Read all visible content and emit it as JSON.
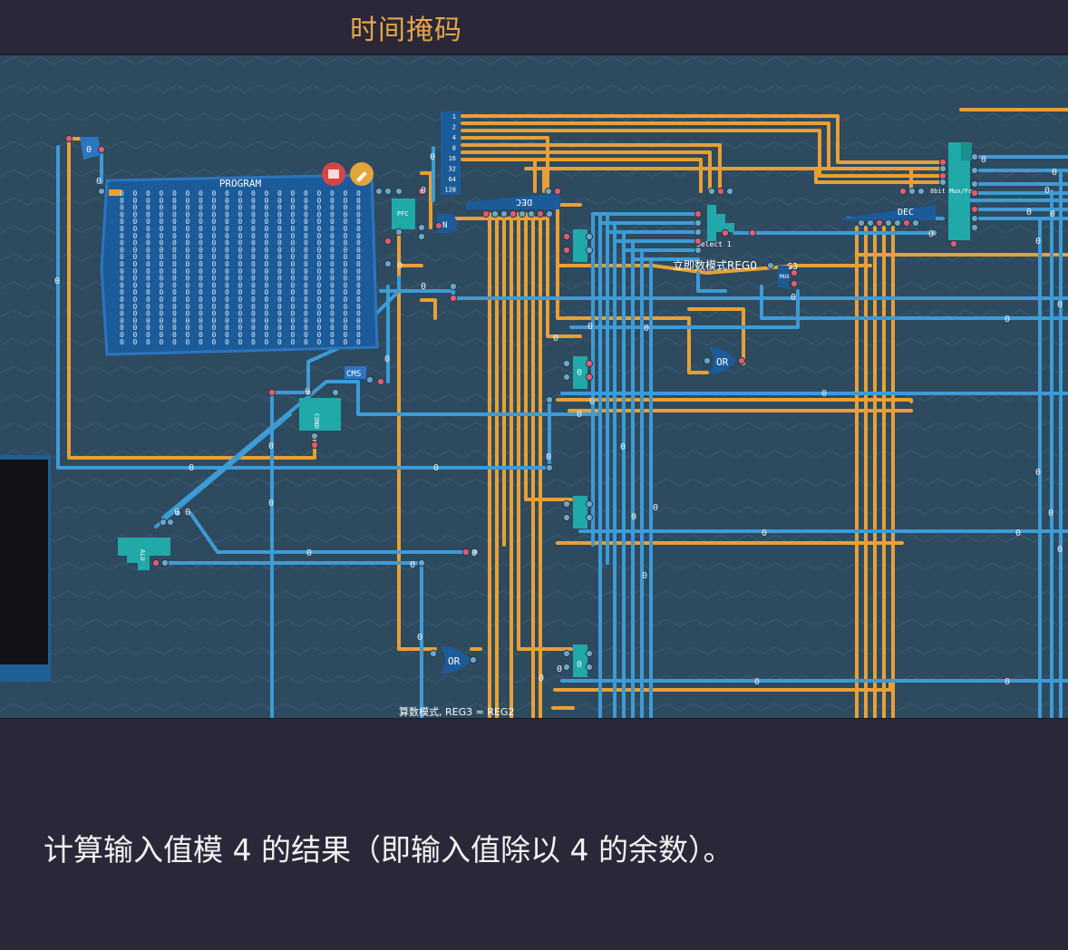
{
  "header": {
    "title": "时间掩码"
  },
  "footer": {
    "description": "计算输入值模 4 的结果（即输入值除以 4 的余数）。"
  },
  "circuit": {
    "program_title": "PROGRAM",
    "labels": {
      "dec1": "DEC",
      "dec2": "DEC",
      "pc": "PFC",
      "or1": "OR",
      "or2": "OR",
      "n": "N",
      "cond": "COND",
      "cmd": "CMS",
      "alu": "ALU",
      "mux": "MUX",
      "select": "Select 1",
      "bit_mux": "8bit Mux/Fan",
      "imm_mode": "立即数模式REG0",
      "imm_mode_tail": "-G3",
      "calc_mode": "算数模式, REG3 = REG2"
    },
    "bit_labels": [
      "1",
      "2",
      "4",
      "8",
      "16",
      "32",
      "64",
      "128"
    ],
    "wire_value": "0"
  },
  "colors": {
    "background": "#2a2838",
    "board": "#2e4a5f",
    "orange_wire": "#e8a036",
    "blue_wire": "#3d9bd6",
    "teal_component": "#21a8a8",
    "accent_title": "#e8a44a"
  }
}
